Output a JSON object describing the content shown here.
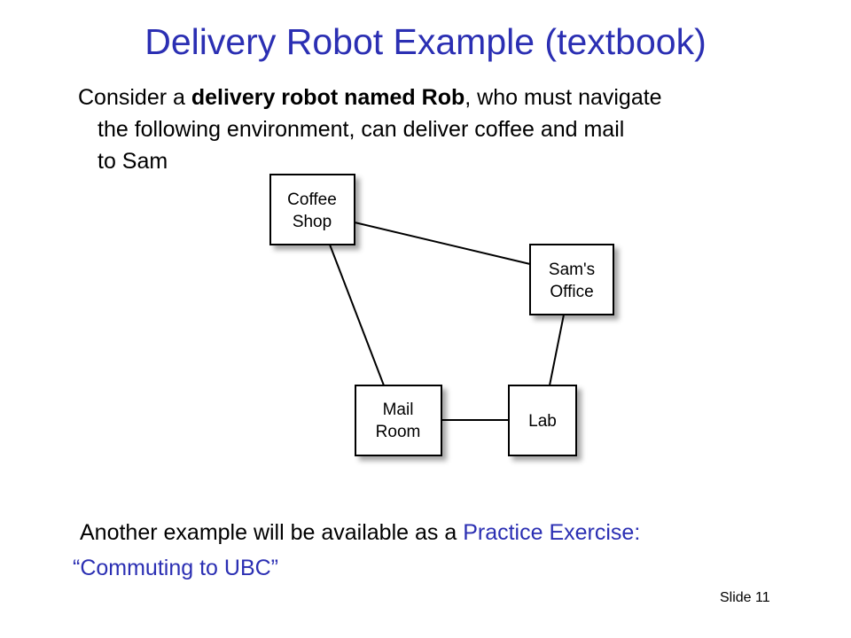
{
  "slide": {
    "title": "Delivery Robot Example (textbook)",
    "intro": {
      "line1_prefix": "Consider a ",
      "line1_bold": "delivery robot named Rob",
      "line1_suffix": ", who must navigate",
      "line2": "the following environment, can deliver coffee and mail",
      "line3": "to Sam"
    },
    "diagram": {
      "nodes": [
        {
          "id": "coffee_shop",
          "line1": "Coffee",
          "line2": "Shop"
        },
        {
          "id": "sams_office",
          "line1": "Sam's",
          "line2": "Office"
        },
        {
          "id": "mail_room",
          "line1": "Mail",
          "line2": "Room"
        },
        {
          "id": "lab",
          "line1": "Lab",
          "line2": ""
        }
      ],
      "edges": [
        [
          "coffee_shop",
          "sams_office"
        ],
        [
          "coffee_shop",
          "mail_room"
        ],
        [
          "sams_office",
          "lab"
        ],
        [
          "mail_room",
          "lab"
        ]
      ]
    },
    "practice": {
      "prefix": "Another example will be available as a ",
      "link": "Practice Exercise:"
    },
    "commute": "“Commuting to UBC”",
    "slide_number": "Slide 11"
  },
  "colors": {
    "accent": "#2b2fb3",
    "text": "#000000",
    "background": "#ffffff"
  }
}
